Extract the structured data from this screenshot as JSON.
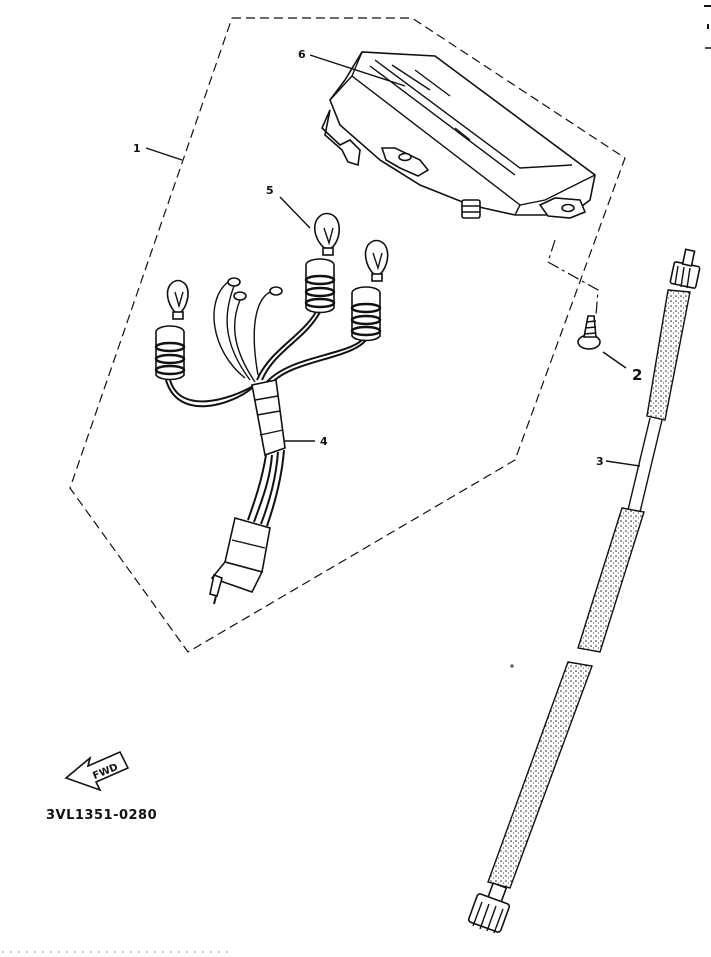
{
  "diagram": {
    "part_code": "3VL1351-0280",
    "fwd_label": "FWD",
    "callouts": [
      "1",
      "2",
      "3",
      "4",
      "5",
      "6"
    ]
  }
}
